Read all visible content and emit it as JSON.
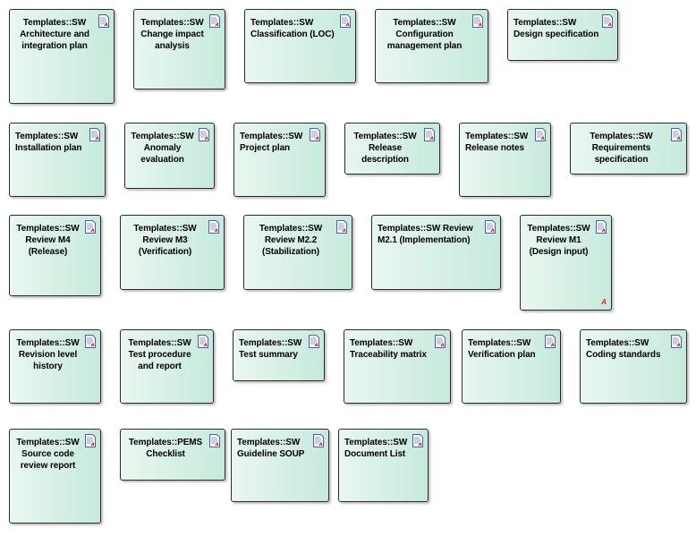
{
  "artifacts": [
    "Templates::SW\nArchitecture and\nintegration plan",
    "Templates::SW\nChange impact\nanalysis",
    "Templates::SW\nClassification (LOC)",
    "Templates::SW\nConfiguration\nmanagement plan",
    "Templates::SW\nDesign specification",
    "Templates::SW\nInstallation plan",
    "Templates::SW\nAnomaly\nevaluation",
    "Templates::SW\nProject plan",
    "Templates::SW\nRelease\ndescription",
    "Templates::SW\nRelease notes",
    "Templates::SW\nRequirements\nspecification",
    "Templates::SW\nReview M4\n(Release)",
    "Templates::SW\nReview M3\n(Verification)",
    "Templates::SW\nReview M2.2\n(Stabilization)",
    "Templates::SW Review\nM2.1 (Implementation)",
    "Templates::SW\nReview M1\n(Design input)",
    "Templates::SW\nRevision level\nhistory",
    "Templates::SW\nTest procedure\nand report",
    "Templates::SW\nTest summary",
    "Templates::SW\nTraceability matrix",
    "Templates::SW\nVerification plan",
    "Templates::SW\nCoding standards",
    "Templates::SW\nSource code\nreview report",
    "Templates::PEMS\nChecklist",
    "Templates::SW\nGuideline SOUP",
    "Templates::SW\nDocument List"
  ],
  "colors": {
    "fill_start": "#e9f7f0",
    "fill_end": "#c6eadb",
    "border": "#2b2b2b"
  }
}
